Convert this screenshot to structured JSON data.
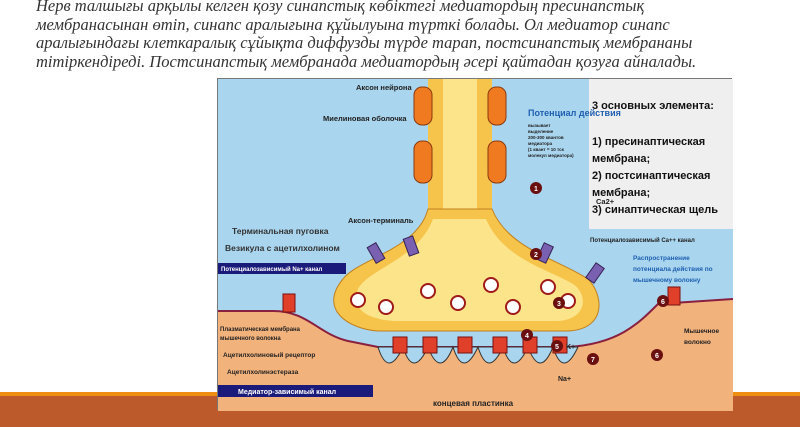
{
  "paragraph": "Нерв талшығы арқылы келген қозу синапстық көбіктегі медиатордың пресинапстық мембранасынан өтіп, синапс аралығына құйылуына түрткі болады. Ол медиатор синапс аралығындағы клеткаралық сұйықта диффузды түрде тарап, постсинапстық мембрананы тітіркендіреді. Постсинапстық мембранада медиатордың әсері қайтадан қозуға айналады.",
  "diagram": {
    "labels": {
      "axon": "Аксон нейрона",
      "myelin": "Миелиновая оболочка",
      "action_potential": "Потенциал действия",
      "ap_note": [
        "вызывает",
        "выделение",
        "200-300 квантов",
        "медиатора",
        "(1 квант = 10 тск",
        "молекул медиатора)"
      ],
      "axon_terminal": "Аксон-терминаль",
      "terminal_button": "Терминальная пуговка",
      "vesicle": "Везикула с ацетилхолином",
      "na_channel": "Потенциалозависимый Na+ канал",
      "ca": "Ca2+",
      "ca_channel": "Потенциалозависимый Ca++ канал",
      "propagation": [
        "Распространение",
        "потенциала действия по",
        "мышечному волокну"
      ],
      "plasma_membrane": [
        "Плазматическая мембрана",
        "мышечного волокна"
      ],
      "ach_receptor": "Ацетилхолиновый рецептор",
      "ache": "Ацетилхолинэстераза",
      "mediator_channel": "Медиатор-зависимый канал",
      "end_plate": "концевая пластинка",
      "muscle_fiber": [
        "Мышечное",
        "волокно"
      ],
      "k": "K+",
      "na": "Na+"
    },
    "info_box": [
      "3 основных элемента:",
      "1) пресинаптическая",
      "мембрана;",
      "2) постсинаптическая",
      "мембрана;",
      "3) синаптическая щель"
    ],
    "steps": [
      "1",
      "2",
      "3",
      "4",
      "5",
      "6",
      "6",
      "7"
    ]
  },
  "colors": {
    "bar": "#bd5a2b",
    "bar_line": "#ef8f12",
    "extracellular": "#a9d5ee",
    "muscle": "#f2b27c"
  }
}
